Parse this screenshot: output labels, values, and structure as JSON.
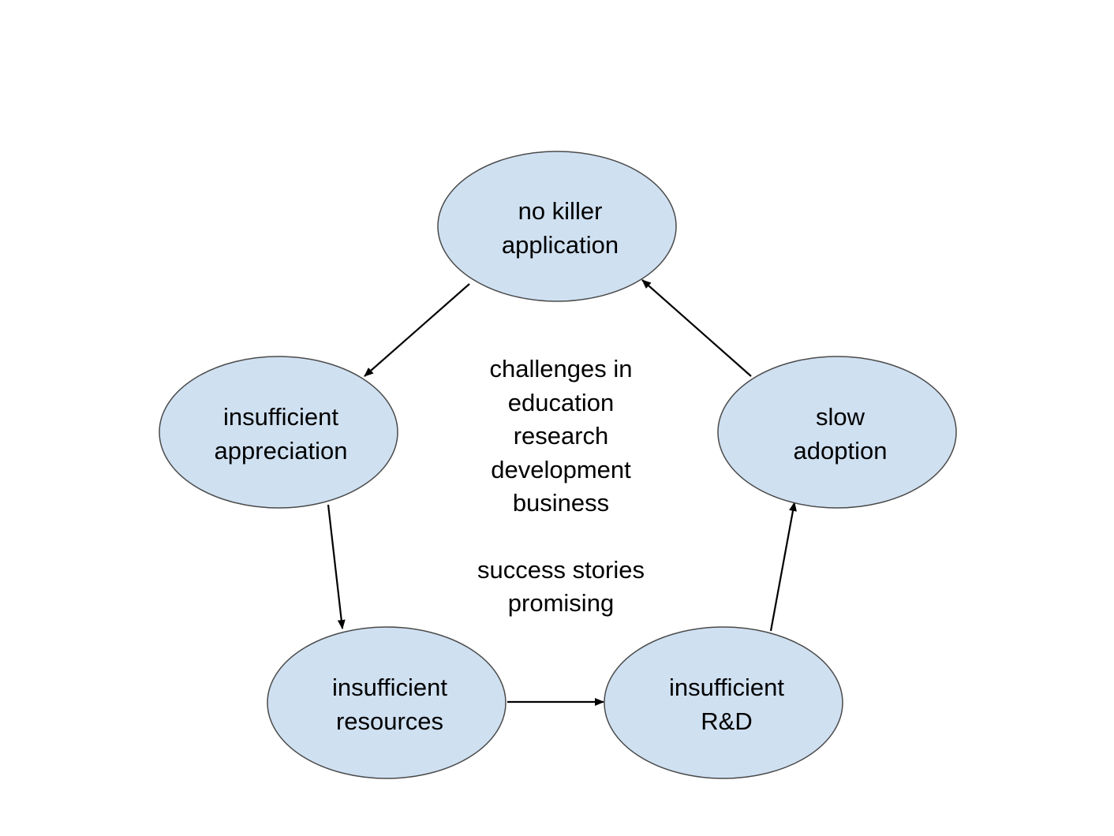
{
  "colors": {
    "node_fill": "#cfe0f1",
    "node_stroke": "#4a4a4a",
    "arrow": "#000000",
    "text": "#000000",
    "background": "#ffffff"
  },
  "nodes": {
    "no_killer_application": {
      "line1": "no killer",
      "line2": "application"
    },
    "insufficient_appreciation": {
      "line1": "insufficient",
      "line2": "appreciation"
    },
    "insufficient_resources": {
      "line1": "insufficient",
      "line2": "resources"
    },
    "insufficient_rd": {
      "line1": "insufficient",
      "line2": "R&D"
    },
    "slow_adoption": {
      "line1": "slow",
      "line2": "adoption"
    }
  },
  "edges": [
    {
      "from": "no killer application",
      "to": "insufficient appreciation"
    },
    {
      "from": "insufficient appreciation",
      "to": "insufficient resources"
    },
    {
      "from": "insufficient resources",
      "to": "insufficient R&D"
    },
    {
      "from": "insufficient R&D",
      "to": "slow adoption"
    },
    {
      "from": "slow adoption",
      "to": "no killer application"
    }
  ],
  "center": {
    "challenges": [
      "challenges in",
      "education",
      "research",
      "development",
      "business"
    ],
    "success": [
      "success stories",
      "promising"
    ]
  }
}
